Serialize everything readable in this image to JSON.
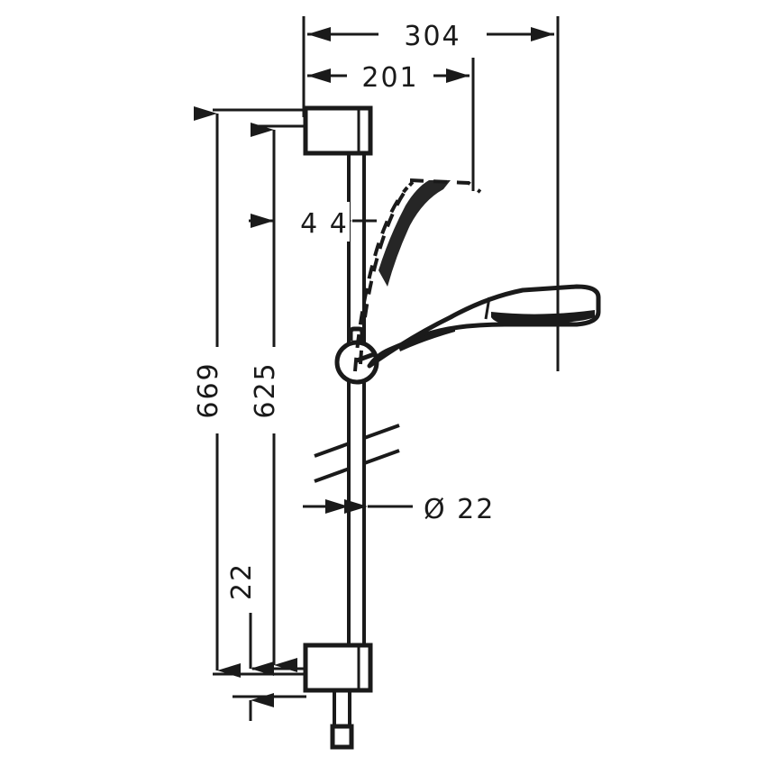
{
  "drawing": {
    "title": "Shower bar set dimensional drawing",
    "units": "mm",
    "line_color": "#1a1a1a",
    "background_color": "#ffffff"
  },
  "dimensions": {
    "overall_width": "304",
    "bracket_to_head_width": "201",
    "wall_offset": "44",
    "overall_height": "669",
    "bar_height": "625",
    "bottom_offset": "22",
    "bar_diameter": "Ø 22"
  },
  "labels": {
    "d304": "304",
    "d201": "201",
    "d44": "4 4",
    "d669": "669",
    "d625": "625",
    "d22": "22",
    "diameter22": "Ø 22"
  },
  "parts": {
    "slide_bar": "slide-bar",
    "top_bracket": "top-wall-bracket",
    "bottom_bracket": "bottom-wall-bracket",
    "slider_holder": "slider-holder",
    "hand_shower": "hand-shower",
    "hand_shower_tilted": "hand-shower-tilted-position",
    "hose_connector": "hose-connector",
    "break_symbol": "bar-break-symbol"
  }
}
